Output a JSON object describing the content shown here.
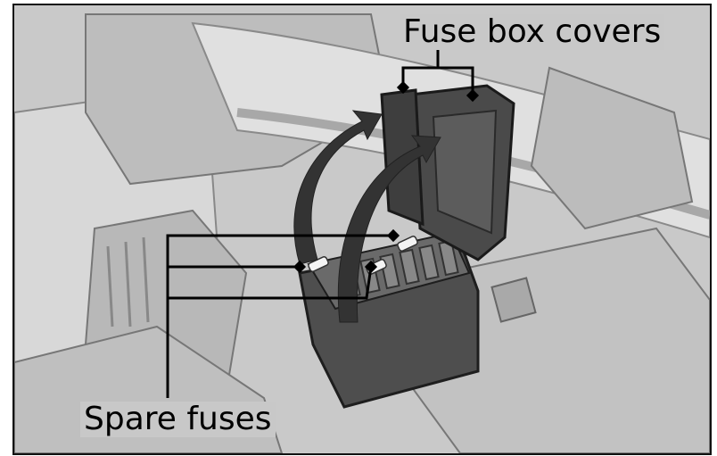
{
  "figure": {
    "callouts": {
      "fuse_box_covers": "Fuse box covers",
      "spare_fuses": "Spare fuses"
    },
    "colors": {
      "background": "#c8c8c8",
      "component_dark": "#4a4a4a",
      "arrow": "#333333"
    },
    "icons": [
      "open-direction-arrow"
    ]
  }
}
